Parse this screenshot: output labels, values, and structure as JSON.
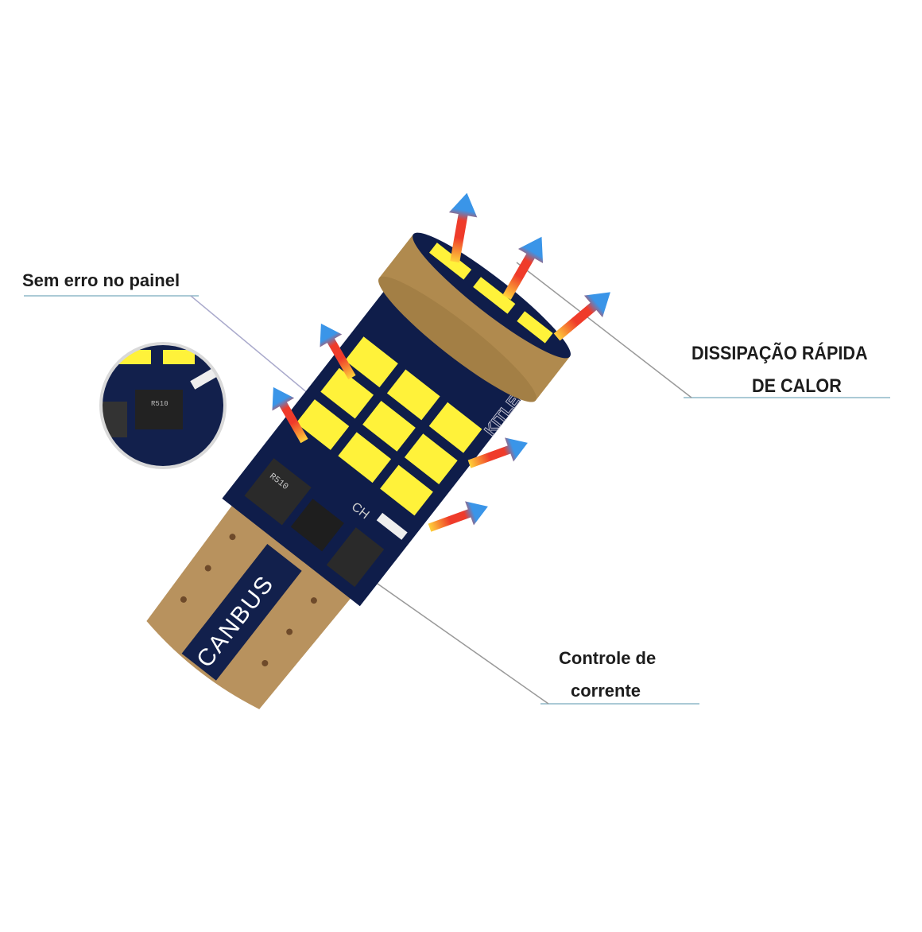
{
  "labels": {
    "no_error": "Sem erro no painel",
    "heat_line1": "DISSIPAÇÃO RÁPIDA",
    "heat_line2": "DE CALOR",
    "current_line1": "Controle de",
    "current_line2": "corrente"
  },
  "product": {
    "brand": "KITLEDS",
    "base_text": "CANBUS",
    "chip_text": "R510",
    "board_text": "CH"
  },
  "colors": {
    "board": "#0f1d4a",
    "base": "#b8925e",
    "led": "#fff23a",
    "arrow_blue": "#3a95e8",
    "heat_red": "#ef3b2a",
    "leader": "#8fb8c8"
  }
}
